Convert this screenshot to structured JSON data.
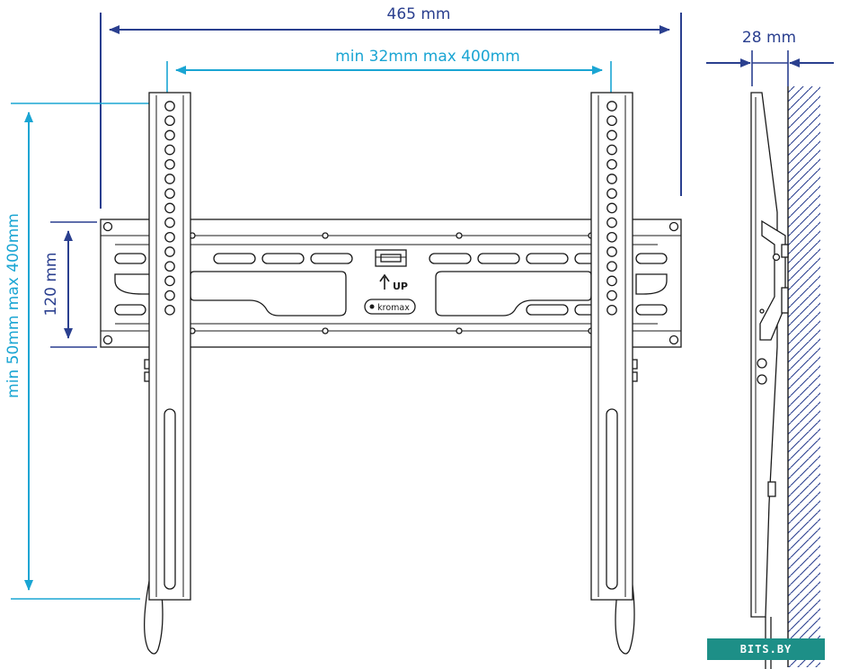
{
  "dimensions": {
    "overall_width": "465 mm",
    "bracket_spacing": "min 32mm max 400mm",
    "depth": "28 mm",
    "slot_height": "120 mm",
    "vertical_range": "min 50mm max 400mm"
  },
  "bracket": {
    "up_marker": "UP",
    "brand": "kromax"
  },
  "colors": {
    "dimension_primary": "#2a3f8f",
    "dimension_secondary": "#1aa5d3",
    "outline": "#1a1a1a"
  },
  "watermark": "BITS.BY"
}
